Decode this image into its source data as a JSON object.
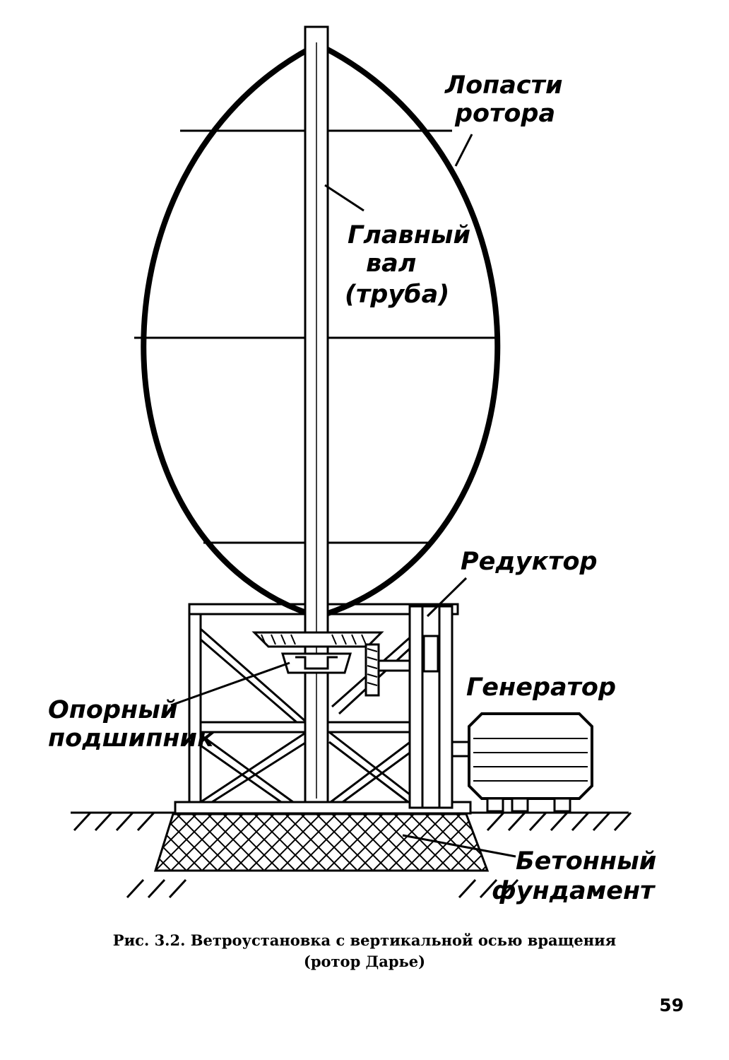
{
  "figure": {
    "labels": {
      "blades": [
        "Лопасти",
        "ротора"
      ],
      "shaft": [
        "Главный",
        "вал",
        "(труба)"
      ],
      "gearbox": "Редуктор",
      "generator": "Генератор",
      "bearing": [
        "Опорный",
        "подшипник"
      ],
      "foundation": [
        "Бетонный",
        "фундамент"
      ]
    }
  },
  "caption": {
    "line1": "Рис. 3.2. Ветроустановка с вертикальной осью вращения",
    "line2": "(ротор Дарье)"
  },
  "page_number": "59"
}
